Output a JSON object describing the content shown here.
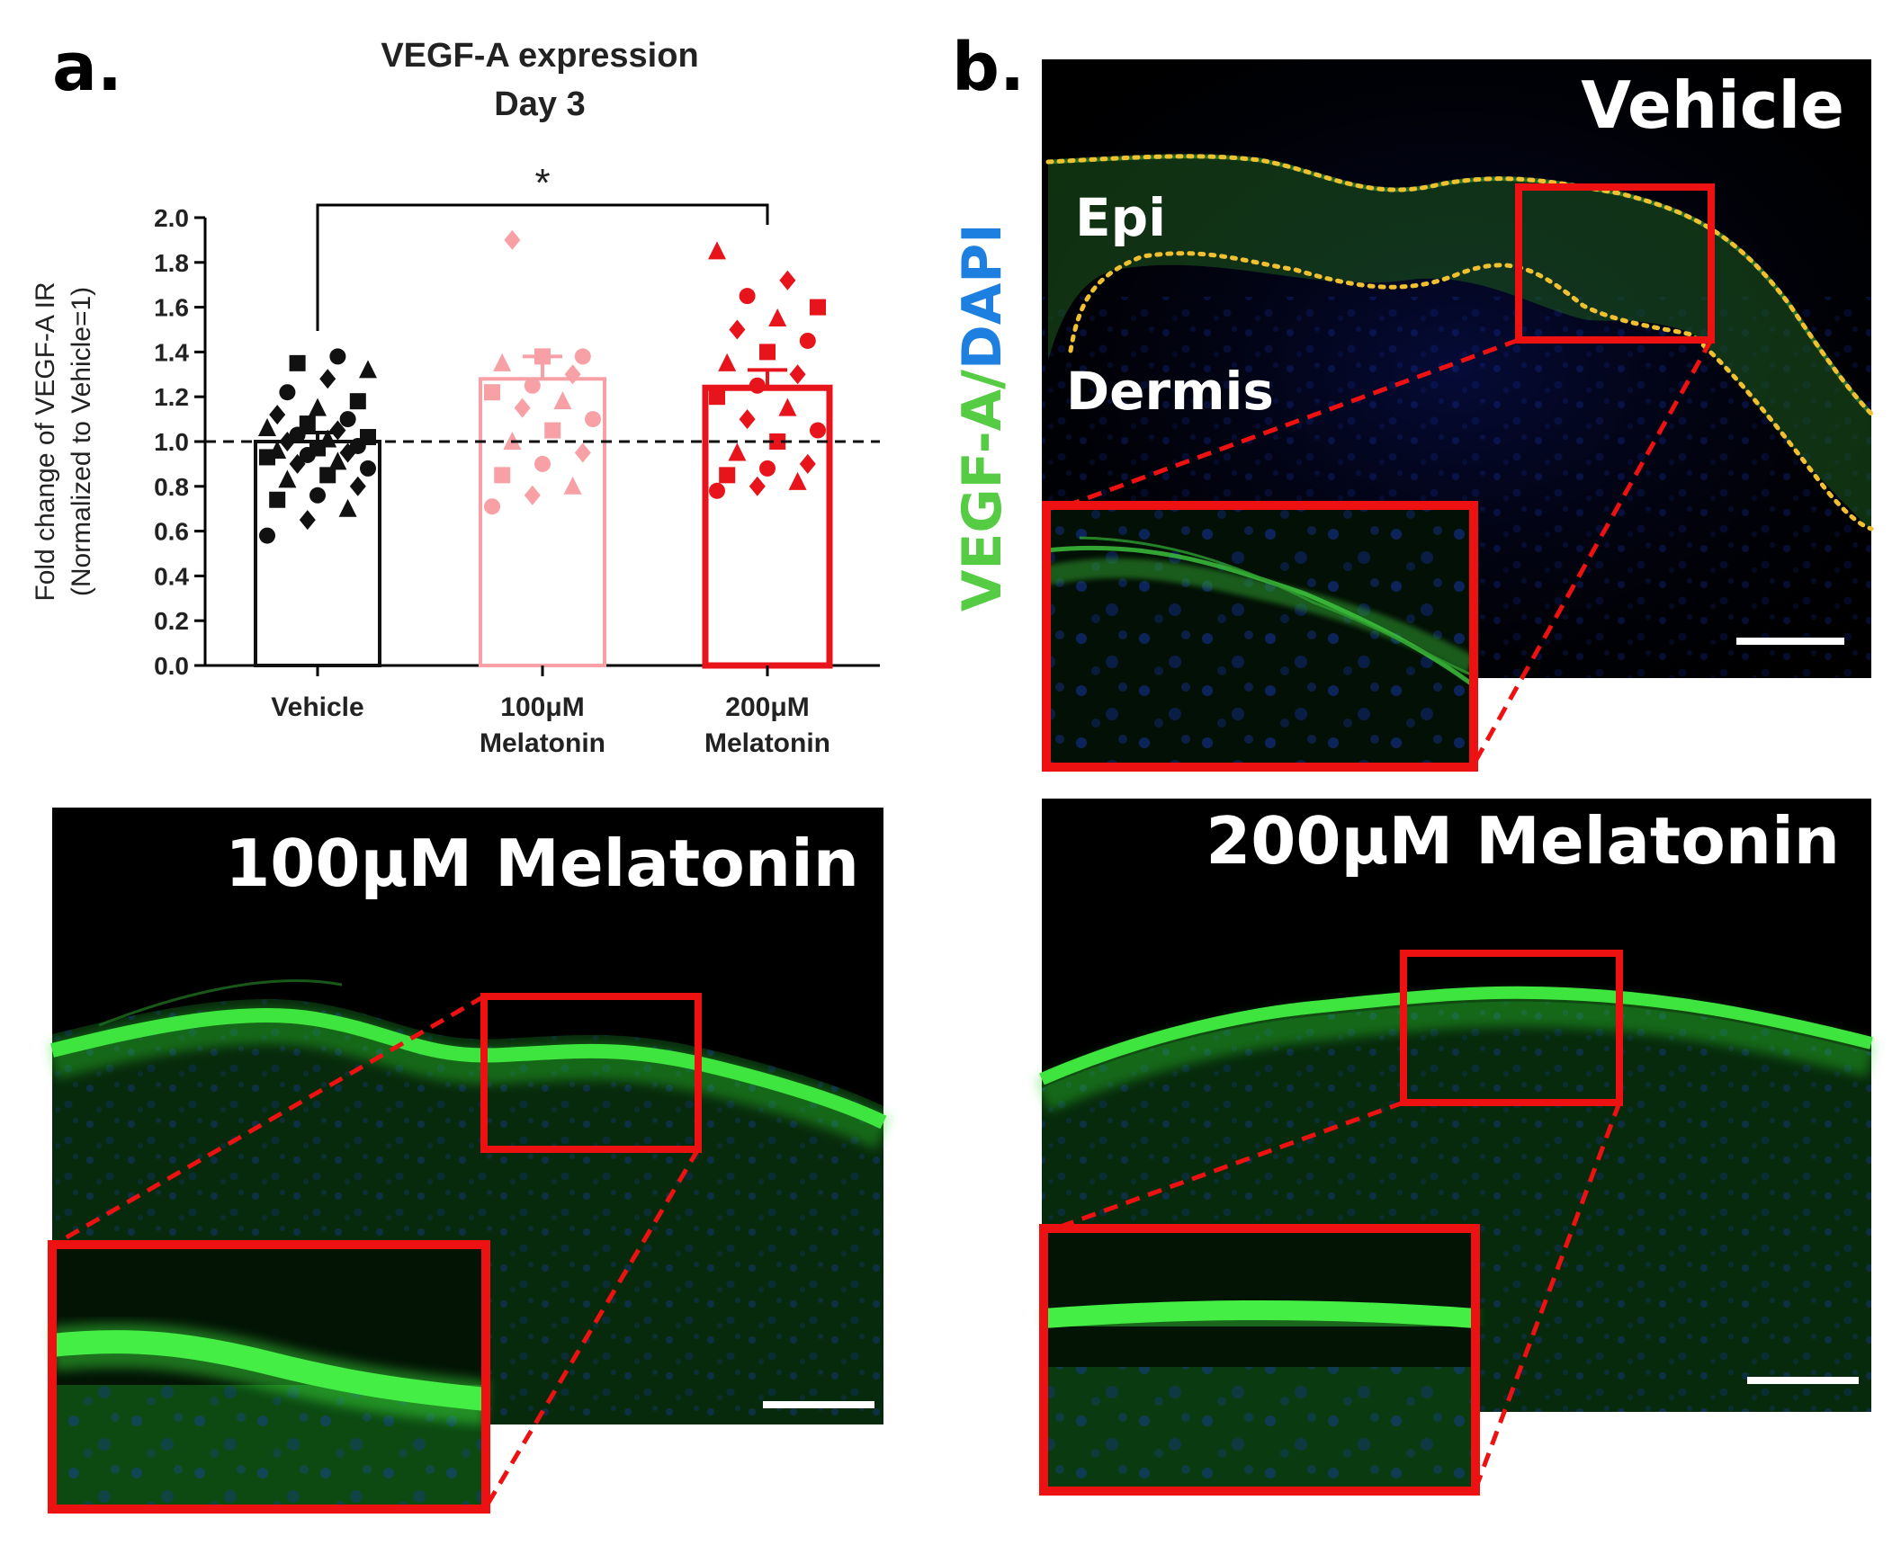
{
  "panel_a": {
    "letter": "a.",
    "title_line1": "VEGF-A expression",
    "title_line2": "Day 3",
    "significance": "*"
  },
  "panel_b": {
    "letter": "b.",
    "stain_label_green": "VEGF-A/",
    "stain_label_blue": "DAPI"
  },
  "images": {
    "vehicle": {
      "title": "Vehicle",
      "epi_label": "Epi",
      "dermis_label": "Dermis"
    },
    "m100": {
      "title": "100μM Melatonin"
    },
    "m200": {
      "title": "200μM Melatonin"
    }
  },
  "colors": {
    "vehicle": "#111111",
    "m100": "#f7a1a6",
    "m200": "#e8141b",
    "box_red": "#ee1111",
    "dotted_outline": "#f0c030",
    "green_signal": "#33dd33",
    "dapi_blue": "#1133bb"
  },
  "chart_data": {
    "type": "bar",
    "title": "VEGF-A expression Day 3",
    "ylabel_line1": "Fold change of VEGF-A IR",
    "ylabel_line2": "(Normalized to Vehicle=1)",
    "ylim": [
      0,
      2.0
    ],
    "yticks": [
      "0.0",
      "0.2",
      "0.4",
      "0.6",
      "0.8",
      "1.0",
      "1.2",
      "1.4",
      "1.6",
      "1.8",
      "2.0"
    ],
    "reference_line": 1.0,
    "categories": [
      {
        "line1": "Vehicle",
        "line2": ""
      },
      {
        "line1": "100μM",
        "line2": "Melatonin"
      },
      {
        "line1": "200μM",
        "line2": "Melatonin"
      }
    ],
    "values": [
      1.0,
      1.28,
      1.24
    ],
    "errors": [
      0.04,
      0.1,
      0.08
    ],
    "points": [
      [
        0.58,
        0.65,
        0.7,
        0.74,
        0.76,
        0.8,
        0.83,
        0.85,
        0.88,
        0.9,
        0.91,
        0.93,
        0.94,
        0.95,
        0.96,
        0.97,
        0.98,
        1.0,
        1.01,
        1.02,
        1.03,
        1.05,
        1.06,
        1.08,
        1.1,
        1.12,
        1.15,
        1.18,
        1.22,
        1.28,
        1.32,
        1.35,
        1.38
      ],
      [
        0.71,
        0.76,
        0.8,
        0.85,
        0.9,
        0.95,
        1.0,
        1.05,
        1.1,
        1.15,
        1.18,
        1.22,
        1.25,
        1.3,
        1.35,
        1.38,
        1.38,
        1.9
      ],
      [
        0.78,
        0.8,
        0.82,
        0.85,
        0.88,
        0.9,
        0.95,
        1.0,
        1.05,
        1.1,
        1.15,
        1.2,
        1.25,
        1.3,
        1.35,
        1.4,
        1.45,
        1.5,
        1.55,
        1.6,
        1.65,
        1.72,
        1.85
      ]
    ],
    "significance_pair": [
      0,
      2
    ],
    "grid": false,
    "legend": "none"
  }
}
